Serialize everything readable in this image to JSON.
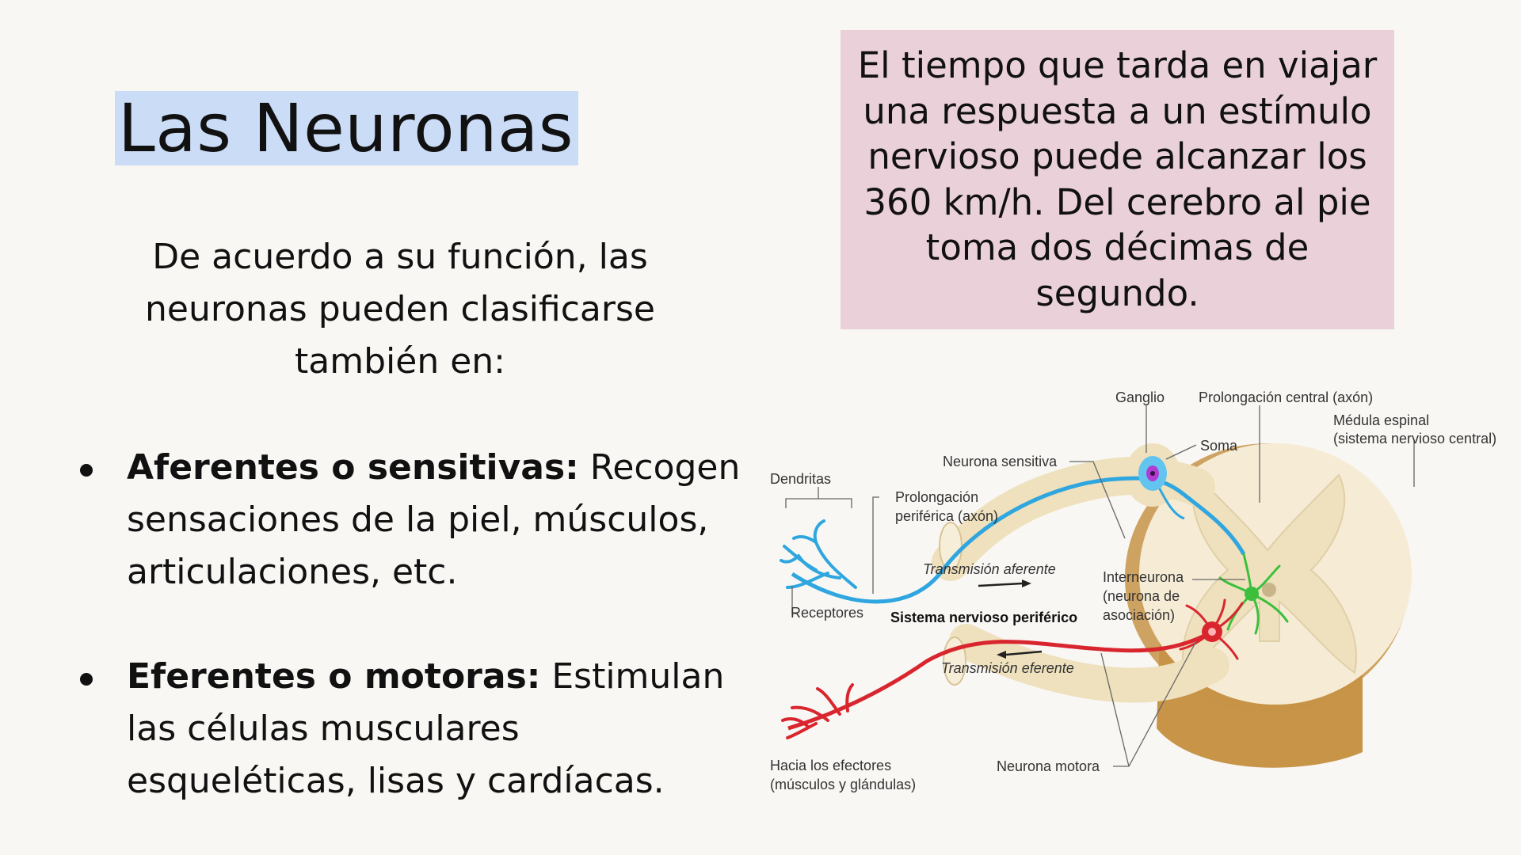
{
  "title": "Las Neuronas",
  "intro": "De acuerdo a su función, las neuronas pueden clasificarse también en:",
  "bullets": [
    {
      "term": "Aferentes o sensitivas:",
      "text": " Recogen sensaciones de la piel, músculos, articulaciones, etc."
    },
    {
      "term": "Eferentes o motoras:",
      "text": " Estimulan las células musculares esqueléticas, lisas y cardíacas."
    }
  ],
  "fact": "El tiempo que tarda en viajar una respuesta a un estímulo nervioso puede alcanzar los 360 km/h. Del cerebro al pie toma dos décimas de segundo.",
  "diagram": {
    "labels": {
      "ganglio": "Ganglio",
      "prolongacion_central": "Prolongación central (axón)",
      "medula_1": "Médula espinal",
      "medula_2": "(sistema nervioso central)",
      "soma": "Soma",
      "neurona_sensitiva": "Neurona sensitiva",
      "dendritas": "Dendritas",
      "prolongacion_periferica_1": "Prolongación",
      "prolongacion_periferica_2": "periférica (axón)",
      "transmision_aferente": "Transmisión aferente",
      "interneurona_1": "Interneurona",
      "interneurona_2": "(neurona de",
      "interneurona_3": "asociación)",
      "receptores": "Receptores",
      "sistema_periferico": "Sistema nervioso periférico",
      "transmision_eferente": "Transmisión eferente",
      "efectores_1": "Hacia los efectores",
      "efectores_2": "(músculos y glándulas)",
      "neurona_motora": "Neurona motora"
    },
    "colors": {
      "sensory": "#2fa6df",
      "motor": "#d9262e",
      "interneuron": "#3cbf3c",
      "grey_matter": "#f6ecd6",
      "white_matter": "#c79448",
      "nerve": "#efe1bd",
      "soma": "#b13cd0"
    }
  }
}
